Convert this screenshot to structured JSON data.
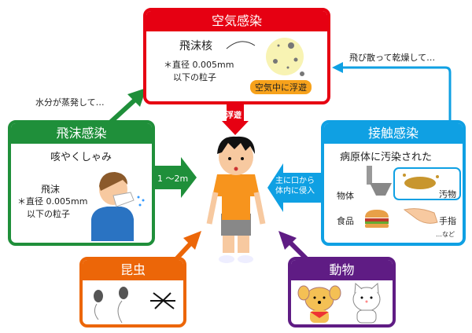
{
  "colors": {
    "airborne": "#e60012",
    "droplet": "#1f8f3a",
    "contact": "#0fa0e3",
    "insect": "#ec6608",
    "animal": "#5f1c84"
  },
  "airborne": {
    "title": "空気感染",
    "label": "飛沫核",
    "note1": "＊直径 0.005mm",
    "note2": "以下の粒子",
    "badge": "空気中に浮遊",
    "arrow_label": "浮遊"
  },
  "droplet": {
    "title": "飛沫感染",
    "subtitle": "咳やくしゃみ",
    "label": "飛沫",
    "note1": "＊直径 0.005mm",
    "note2": "以下の粒子",
    "arrow_label": "1 ～2m",
    "evaporate_label": "水分が蒸発して…"
  },
  "contact": {
    "title": "接触感染",
    "subtitle": "病原体に汚染された",
    "items": [
      "物体",
      "汚物",
      "食品",
      "手指"
    ],
    "etc": "…など",
    "arrow_label1": "主に口から",
    "arrow_label2": "体内に侵入",
    "scatter_label": "飛び散って乾燥して…"
  },
  "insect": {
    "title": "昆虫"
  },
  "animal": {
    "title": "動物"
  }
}
